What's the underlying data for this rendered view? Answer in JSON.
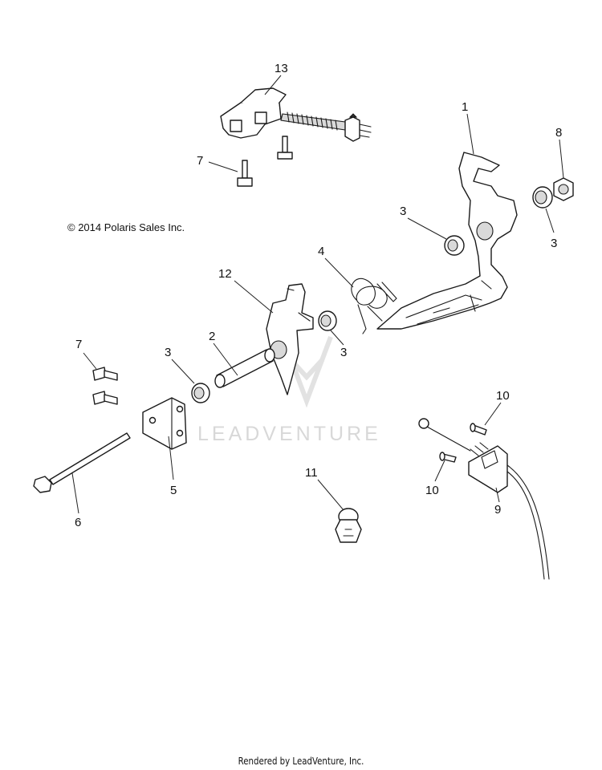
{
  "copyright": "© 2014 Polaris Sales Inc.",
  "watermark": "LEADVENTURE",
  "footer": "Rendered by LeadVenture, Inc.",
  "callouts": {
    "c1": "1",
    "c2": "2",
    "c3a": "3",
    "c3b": "3",
    "c3c": "3",
    "c3d": "3",
    "c4": "4",
    "c5": "5",
    "c6": "6",
    "c7a": "7",
    "c7b": "7",
    "c8": "8",
    "c9": "9",
    "c10a": "10",
    "c10b": "10",
    "c11": "11",
    "c12": "12",
    "c13": "13"
  }
}
